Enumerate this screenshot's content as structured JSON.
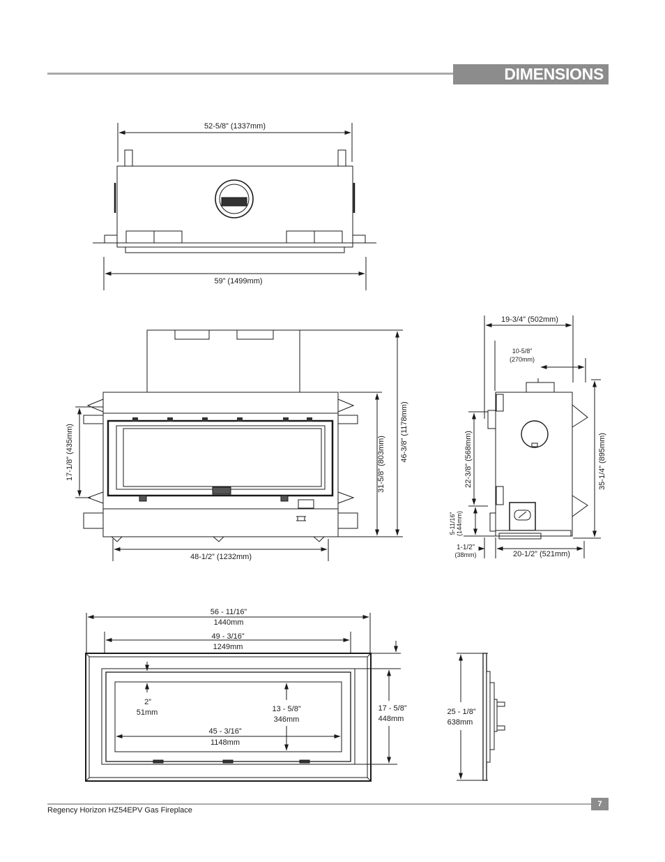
{
  "header": {
    "title": "DIMENSIONS"
  },
  "footer": {
    "product": "Regency Horizon HZ54EPV Gas Fireplace",
    "page_number": "7"
  },
  "top_view": {
    "width_top": "52-5/8” (1337mm)",
    "width_bottom": "59” (1499mm)"
  },
  "front_view": {
    "side_height": "17-1/8” (435mm)",
    "opening_height": "31-5/8” (803mm)",
    "overall_height": "46-3/8” (1178mm)",
    "base_width": "48-1/2” (1232mm)"
  },
  "side_view": {
    "depth_top": "19-3/4” (502mm)",
    "flue_offset_a": "10-5/8”",
    "flue_offset_b": "(270mm)",
    "flue_height": "22-3/8” (568mm)",
    "overall_height": "35-1/4” (895mm)",
    "bottom_height_a": "5-11/16”",
    "bottom_height_b": "(144mm)",
    "standoff_a": "1-1/2”",
    "standoff_b": "(38mm)",
    "depth_bottom": "20-1/2” (521mm)"
  },
  "surround_front": {
    "outer_width_a": "56 - 11/16”",
    "outer_width_b": "1440mm",
    "inner_width_a": "49 - 3/16”",
    "inner_width_b": "1249mm",
    "offset_a": "2”",
    "offset_b": "51mm",
    "view_height_a": "13 - 5/8”",
    "view_height_b": "346mm",
    "view_width_a": "45 - 3/16”",
    "view_width_b": "1148mm",
    "height_a": "17 - 5/8”",
    "height_b": "448mm"
  },
  "surround_side": {
    "height_a": "25 - 1/8”",
    "height_b": "638mm"
  }
}
